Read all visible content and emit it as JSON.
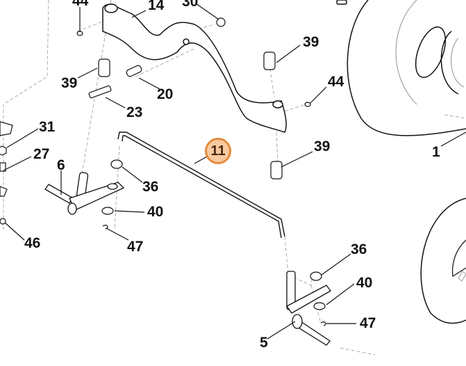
{
  "diagram": {
    "title": "Front axle / steering parts exploded view",
    "highlight_color": "#e58a3c",
    "highlight_fill": "#f8c9a0",
    "selected_part": "11",
    "callouts": [
      {
        "id": "c44a",
        "label": "44"
      },
      {
        "id": "c14",
        "label": "14"
      },
      {
        "id": "c30",
        "label": "30"
      },
      {
        "id": "c39a",
        "label": "39"
      },
      {
        "id": "c39b",
        "label": "39"
      },
      {
        "id": "c20",
        "label": "20"
      },
      {
        "id": "c23",
        "label": "23"
      },
      {
        "id": "c44b",
        "label": "44"
      },
      {
        "id": "c31",
        "label": "31"
      },
      {
        "id": "c11",
        "label": "11"
      },
      {
        "id": "c39c",
        "label": "39"
      },
      {
        "id": "c1",
        "label": "1"
      },
      {
        "id": "c27",
        "label": "27"
      },
      {
        "id": "c6",
        "label": "6"
      },
      {
        "id": "c36a",
        "label": "36"
      },
      {
        "id": "c40a",
        "label": "40"
      },
      {
        "id": "c46",
        "label": "46"
      },
      {
        "id": "c47a",
        "label": "47"
      },
      {
        "id": "c36b",
        "label": "36"
      },
      {
        "id": "c40b",
        "label": "40"
      },
      {
        "id": "c47b",
        "label": "47"
      },
      {
        "id": "c5",
        "label": "5"
      }
    ]
  }
}
